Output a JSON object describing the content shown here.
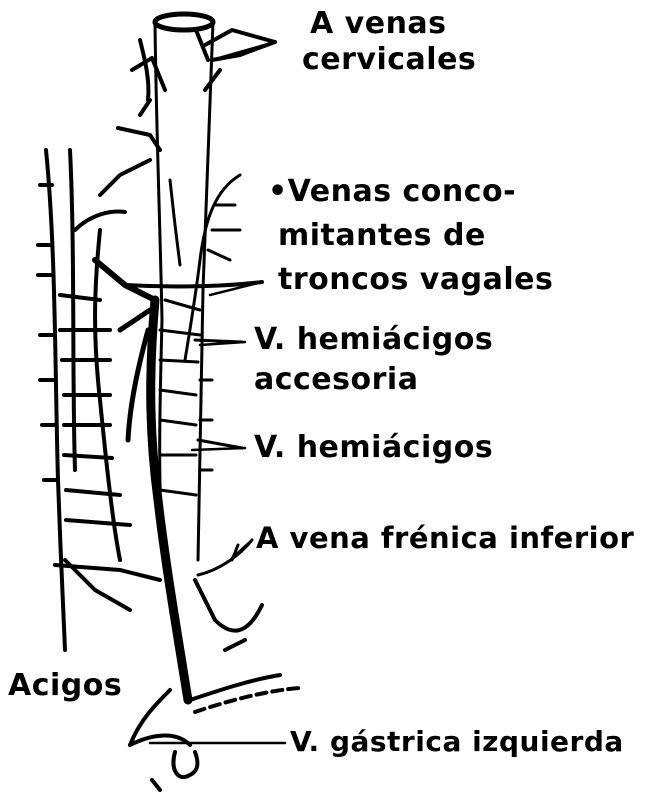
{
  "labels": {
    "cervical": [
      "A venas",
      "cervicales"
    ],
    "vagal": [
      "•Venas conco-",
      "mitantes de",
      "troncos vagales"
    ],
    "hemiazygos_accessory": [
      "V. hemiácigos",
      "accesoria"
    ],
    "hemiazygos": "V. hemiácigos",
    "phrenic": "A vena frénica inferior",
    "azygos": "Acigos",
    "gastric": "V. gástrica izquierda"
  },
  "colors": {
    "ink": "#000000",
    "background": "#ffffff"
  }
}
